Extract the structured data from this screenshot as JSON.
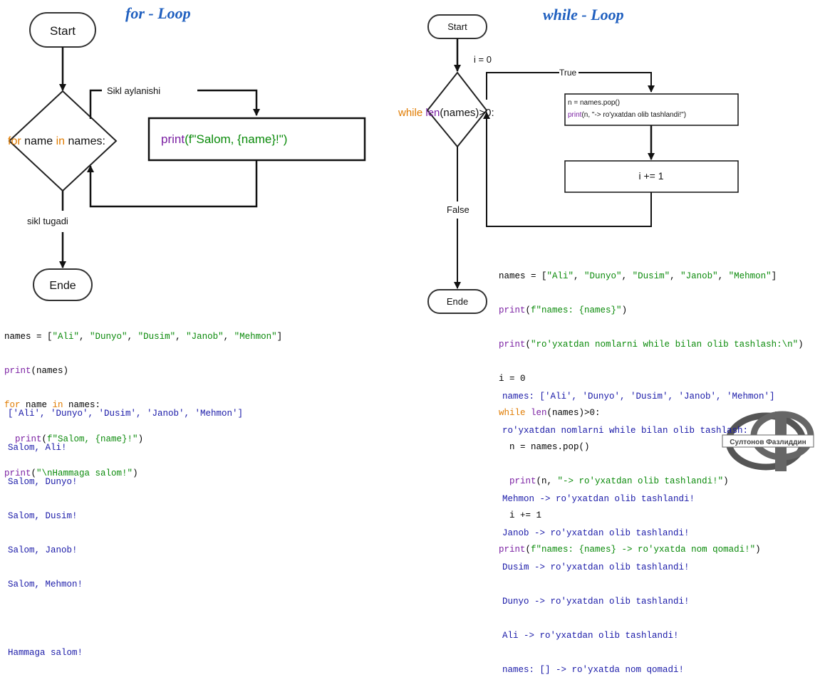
{
  "titles": {
    "left": "for - Loop",
    "right": "while - Loop"
  },
  "for_diagram": {
    "start": "Start",
    "end": "Ende",
    "loop_label": "Sikl aylanishi",
    "end_label": "sikl tugadi",
    "cond_kw1": "for",
    "cond_var": " name ",
    "cond_kw2": "in",
    "cond_rest": " names:",
    "body_fn": "print",
    "body_rest": "(f\"Salom, {name}!\")"
  },
  "while_diagram": {
    "start": "Start",
    "end": "Ende",
    "init": "i = 0",
    "true_label": "True",
    "false_label": "False",
    "cond_kw": "while",
    "cond_fn": "len",
    "cond_rest": "(names)>0:",
    "box1_line1": "n = names.pop()",
    "box1_line2_fn": "print",
    "box1_line2_rest": "(n, \"-> ro'yxatdan olib tashlandi!\")",
    "box2": "i += 1"
  },
  "for_code": {
    "l1a": "names = [",
    "l1b": "\"Ali\"",
    "l1c": ", ",
    "l1d": "\"Dunyo\"",
    "l1e": ", ",
    "l1f": "\"Dusim\"",
    "l1g": ", ",
    "l1h": "\"Janob\"",
    "l1i": ", ",
    "l1j": "\"Mehmon\"",
    "l1k": "]",
    "l2a": "print",
    "l2b": "(names)",
    "l3a": "for",
    "l3b": " name ",
    "l3c": "in",
    "l3d": " names:",
    "l4a": "  print",
    "l4b": "(",
    "l4c": "f\"Salom, {name}!\"",
    "l4d": ")",
    "l5a": "print",
    "l5b": "(",
    "l5c": "\"\\nHammaga salom!\"",
    "l5d": ")"
  },
  "for_output": [
    "['Ali', 'Dunyo', 'Dusim', 'Janob', 'Mehmon']",
    "Salom, Ali!",
    "Salom, Dunyo!",
    "Salom, Dusim!",
    "Salom, Janob!",
    "Salom, Mehmon!",
    "",
    "Hammaga salom!"
  ],
  "while_code": {
    "l1a": "names = [",
    "l1b": "\"Ali\"",
    "l1c": ", ",
    "l1d": "\"Dunyo\"",
    "l1e": ", ",
    "l1f": "\"Dusim\"",
    "l1g": ", ",
    "l1h": "\"Janob\"",
    "l1i": ", ",
    "l1j": "\"Mehmon\"",
    "l1k": "]",
    "l2a": "print",
    "l2b": "(",
    "l2c": "f\"names: {names}\"",
    "l2d": ")",
    "l3a": "print",
    "l3b": "(",
    "l3c": "\"ro'yxatdan nomlarni while bilan olib tashlash:\\n\"",
    "l3d": ")",
    "l4": "i = 0",
    "l5a": "while",
    "l5b": " ",
    "l5c": "len",
    "l5d": "(names)>0:",
    "l6": "  n = names.pop()",
    "l7a": "  print",
    "l7b": "(n, ",
    "l7c": "\"-> ro'yxatdan olib tashlandi!\"",
    "l7d": ")",
    "l8": "  i += 1",
    "l9a": "print",
    "l9b": "(",
    "l9c": "f\"names: {names} -> ro'yxatda nom qomadi!\"",
    "l9d": ")"
  },
  "while_output": [
    "names: ['Ali', 'Dunyo', 'Dusim', 'Janob', 'Mehmon']",
    "ro'yxatdan nomlarni while bilan olib tashlash:",
    "",
    "Mehmon -> ro'yxatdan olib tashlandi!",
    "Janob -> ro'yxatdan olib tashlandi!",
    "Dusim -> ro'yxatdan olib tashlandi!",
    "Dunyo -> ro'yxatdan olib tashlandi!",
    "Ali -> ro'yxatdan olib tashlandi!",
    "names: [] -> ro'yxatda nom qomadi!"
  ],
  "logo": {
    "text": "Султонов Фазлиддин",
    "letters": "СФ"
  },
  "colors": {
    "title": "#1f5fbf",
    "keyword": "#e07b00",
    "function": "#7a1fa2",
    "string": "#0a8a0a",
    "output": "#1a1aa8"
  }
}
